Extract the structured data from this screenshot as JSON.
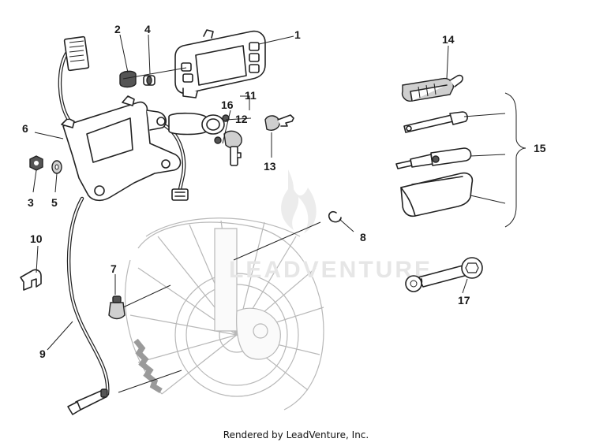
{
  "diagram": {
    "watermark_text": "LEADVENTURE",
    "footer": "Rendered by LeadVenture, Inc.",
    "callouts": {
      "c1": "1",
      "c2": "2",
      "c3": "3",
      "c4": "4",
      "c5": "5",
      "c6": "6",
      "c7": "7",
      "c8": "8",
      "c9": "9",
      "c10": "10",
      "c11": "11",
      "c12": "12",
      "c13": "13",
      "c14": "14",
      "c15": "15",
      "c16": "16",
      "c17": "17"
    }
  }
}
